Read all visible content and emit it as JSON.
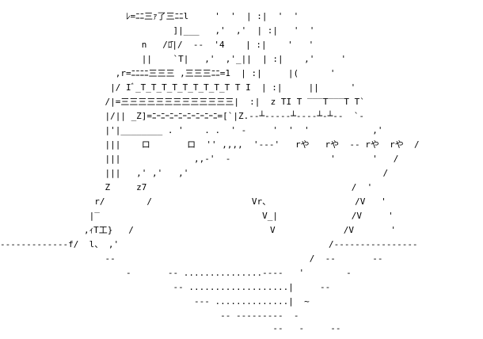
{
  "art": {
    "lines": [
      "                        ﾚ=ﾆﾆ三ｧ了三ﾆﾆl     '  '  | :|  '  '",
      "                                 ]|___   ,'  ,'  | :|   '  '",
      "                           n   /ﾛ̄|/  --  '4    | :|    '   '",
      "                           ||    `T|   ,'  ,'_||  | :|    ,'     '",
      "                      ,r=ﾆﾆﾆﾆ三三三 ,三三三ﾆﾆ=1  | :|     |(      '",
      "                     |/ Iﾞ_T_T_T_T_T_T_T_T_T T I  | :|     ||      '",
      "                    /|=三三三三三三三三三三三三三|  :|  z TI T ‾‾‾T‾‾‾T T`",
      "                    |/|| _Z]=ﾆｰﾆｰﾆｰﾆｰﾆｰﾆｰﾆｰﾆ=[`|Z.‐‐┴‐‐‐‐‐┴‐‐‐‐┴‐┴‐‐  `‐",
      "                    |'|________ . '    . .  ' ‐     '  '  '            ,'",
      "                    |||    ロ       ロ  '' ,,,,  '‐‐‐'   rや   rや  ‐‐ rや  rや  /",
      "                    |||              ,,‐'  ‐                   '       '   /",
      "                    |||   ,' ,'   ,'                                     /",
      "                    Z     z7                                       /  '",
      "                  r/        /                   Vr、                /V   '",
      "                 |‾                               V_|              /V     '",
      "                ,ｨT工}   /                          V             /V       '",
      "‐‐‐‐‐‐‐‐‐‐‐‐‐f/  l、 ,'                                        /‐‐‐‐‐‐‐‐‐‐‐‐‐‐‐‐",
      "                    ‐‐                                     /  ‐‐       ‐‐",
      "                        ‐       ‐‐ ...............‐‐‐‐   '        ‐",
      "                                 ‐‐ ...................|     ‐‐",
      "                                     ‐‐‐ ..............|  ~",
      "                                          ‐‐ ‐‐‐‐‐‐‐‐‐  ‐",
      "                                                    ‐‐   ‐     ‐‐"
    ]
  }
}
